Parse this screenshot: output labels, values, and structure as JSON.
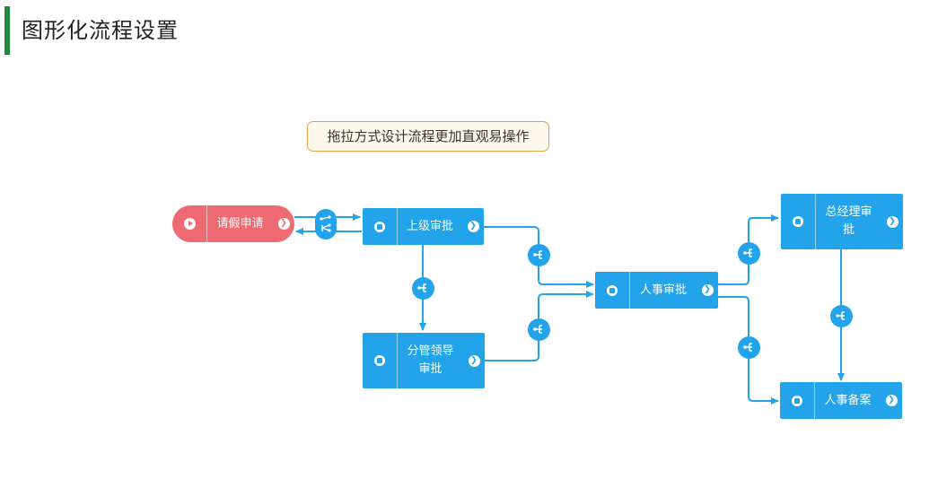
{
  "page": {
    "title": "图形化流程设置"
  },
  "tip": {
    "text": "拖拉方式设计流程更加直观易操作"
  },
  "colors": {
    "node": "#22a3ea",
    "start_node": "#ef6b73",
    "edge": "#22a3ea",
    "title_bar": "#1e8a3a",
    "tip_border": "#e2a24a"
  },
  "nodes": [
    {
      "id": "start",
      "label": "请假申请",
      "type": "start"
    },
    {
      "id": "n1",
      "label": "上级审批",
      "type": "task"
    },
    {
      "id": "n2",
      "label": "分管领导审批",
      "type": "task"
    },
    {
      "id": "n3",
      "label": "人事审批",
      "type": "task"
    },
    {
      "id": "n4",
      "label": "总经理审批",
      "type": "task"
    },
    {
      "id": "n5",
      "label": "人事备案",
      "type": "task"
    }
  ],
  "edges": [
    {
      "from": "start",
      "to": "n1"
    },
    {
      "from": "n1",
      "to": "start"
    },
    {
      "from": "n1",
      "to": "n2"
    },
    {
      "from": "n1",
      "to": "n3"
    },
    {
      "from": "n2",
      "to": "n3"
    },
    {
      "from": "n3",
      "to": "n4"
    },
    {
      "from": "n3",
      "to": "n5"
    },
    {
      "from": "n4",
      "to": "n5"
    }
  ],
  "icons": {
    "start": "play-icon",
    "task": "stop-icon",
    "next": "chevron-right-icon",
    "connector": "branch-icon"
  }
}
